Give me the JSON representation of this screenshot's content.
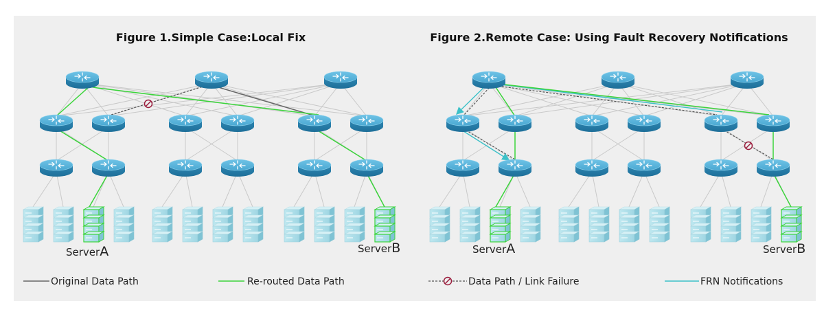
{
  "figure1": {
    "title": "Figure 1.Simple Case:Local Fix",
    "server_a": {
      "prefix": "Server",
      "letter": "A"
    },
    "server_b": {
      "prefix": "Server",
      "letter": "B"
    }
  },
  "figure2": {
    "title": "Figure 2.Remote Case: Using Fault Recovery Notifications",
    "server_a": {
      "prefix": "Server",
      "letter": "A"
    },
    "server_b": {
      "prefix": "Server",
      "letter": "B"
    }
  },
  "legend": {
    "original": "Original Data Path",
    "rerouted": "Re-routed Data Path",
    "failure": "Data Path / Link Failure",
    "frn": "FRN Notifications"
  },
  "colors": {
    "panel": "#efefef",
    "router": "#4aa8d2",
    "server": "#a8dde8",
    "green": "#3bd43b",
    "cyan": "#3cc1c8",
    "gray_link": "#c9c9c9",
    "original": "#666666",
    "failure": "#9a1c3c"
  }
}
